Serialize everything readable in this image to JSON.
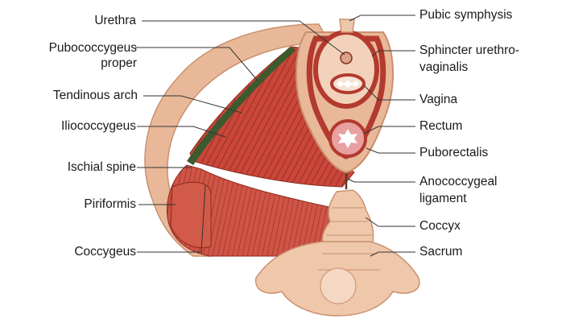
{
  "labels_left": {
    "urethra": "Urethra",
    "pubococcygeus_1": "Pubococcygeus",
    "pubococcygeus_2": "proper",
    "tendinous_arch": "Tendinous arch",
    "iliococcygeus": "Iliococcygeus",
    "ischial_spine": "Ischial spine",
    "piriformis": "Piriformis",
    "coccygeus": "Coccygeus"
  },
  "labels_right": {
    "pubic_symphysis": "Pubic symphysis",
    "sphincter_1": "Sphincter urethro-",
    "sphincter_2": "vaginalis",
    "vagina": "Vagina",
    "rectum": "Rectum",
    "puborectalis": "Puborectalis",
    "anococcygeal_1": "Anococcygeal",
    "anococcygeal_2": "ligament",
    "coccyx": "Coccyx",
    "sacrum": "Sacrum"
  },
  "colors": {
    "bone": "#e9b899",
    "bone_edge": "#c9906f",
    "muscle": "#c24a3a",
    "muscle_dark": "#8e2a20",
    "tendon": "#3d5a2e",
    "ring": "#b33a2e",
    "leader": "#333333"
  }
}
